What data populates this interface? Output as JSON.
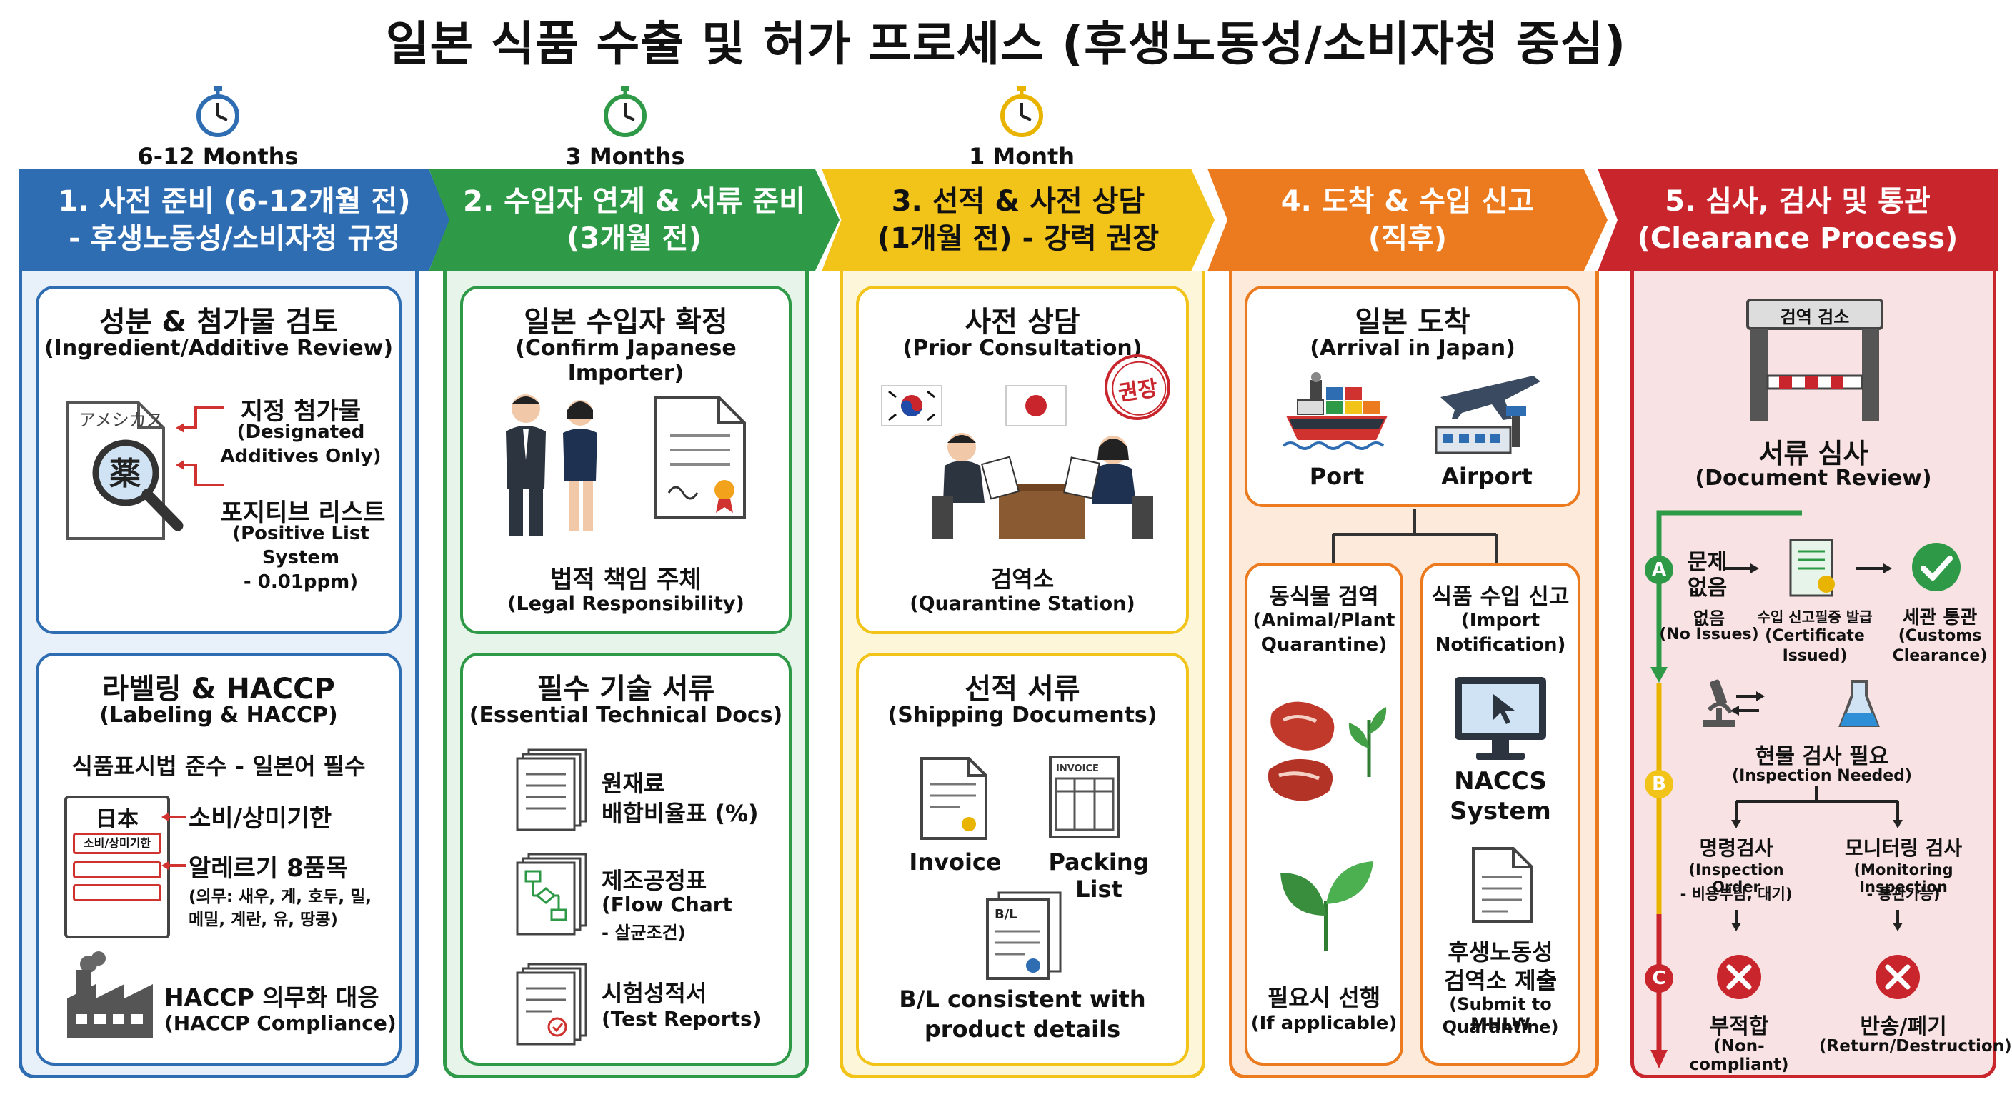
{
  "title": "일본 식품 수출 및 허가 프로세스 (후생노동성/소비자청 중심)",
  "timeline": [
    {
      "label": "6-12 Months",
      "color": "#2f6db3"
    },
    {
      "label": "3 Months",
      "color": "#2e9a48"
    },
    {
      "label": "1 Month",
      "color": "#e8b400"
    }
  ],
  "stages": [
    {
      "line1": "1. 사전 준비 (6-12개월 전)",
      "line2": "- 후생노동성/소비자청 규정",
      "color": "#2f6db3",
      "bg": "#e8f0fa"
    },
    {
      "line1": "2. 수입자 연계 & 서류 준비",
      "line2": "(3개월 전)",
      "color": "#2e9a48",
      "bg": "#e7f4ea"
    },
    {
      "line1": "3. 선적 & 사전 상담",
      "line2": "(1개월 전) - 강력 권장",
      "color": "#f2c318",
      "bg": "#fdf6d8"
    },
    {
      "line1": "4. 도착 & 수입 신고",
      "line2": "(직후)",
      "color": "#ec7a1e",
      "bg": "#fdeadb"
    },
    {
      "line1": "5. 심사, 검사 및 통관",
      "line2": "(Clearance Process)",
      "color": "#c9252c",
      "bg": "#f9e2e3"
    }
  ],
  "s1": {
    "box1": {
      "title": "성분 & 첨가물 검토",
      "sub": "(Ingredient/Additive Review)",
      "doc_chars": "アメシカス",
      "doc_icon_char": "薬",
      "a_title": "지정 첨가물",
      "a_l1": "(Designated",
      "a_l2": "Additives Only)",
      "b_title": "포지티브 리스트",
      "b_l1": "(Positive List",
      "b_l2": "System",
      "b_l3": "- 0.01ppm)"
    },
    "box2": {
      "title": "라벨링 & HACCP",
      "sub": "(Labeling & HACCP)",
      "rule": "식품표시법 준수 - 일본어 필수",
      "label_head": "日本",
      "label_tag": "소비/상미기한",
      "c_title": "소비/상미기한",
      "d_title": "알레르기 8품목",
      "d_l1": "(의무: 새우, 게, 호두, 밀,",
      "d_l2": "메밀, 계란, 유, 땅콩)",
      "e_title": "HACCP 의무화 대응",
      "e_sub": "(HACCP Compliance)"
    }
  },
  "s2": {
    "box1": {
      "title": "일본 수입자 확정",
      "sub": "(Confirm Japanese Importer)",
      "resp": "법적 책임 주체",
      "resp_sub": "(Legal Responsibility)"
    },
    "box2": {
      "title": "필수 기술 서류",
      "sub": "(Essential Technical Docs)",
      "d1_l1": "원재료",
      "d1_l2": "배합비율표 (%)",
      "d2_l1": "제조공정표",
      "d2_l2": "(Flow Chart",
      "d2_l3": "- 살균조건)",
      "d3_l1": "시험성적서",
      "d3_l2": "(Test Reports)"
    }
  },
  "s3": {
    "box1": {
      "title": "사전 상담",
      "sub": "(Prior Consultation)",
      "stamp": "권장",
      "place": "검역소",
      "place_sub": "(Quarantine Station)"
    },
    "box2": {
      "title": "선적 서류",
      "sub": "(Shipping Documents)",
      "invoice": "Invoice",
      "invoice_tag": "INVOICE",
      "packing": "Packing List",
      "bl_tag": "B/L",
      "bl_l1": "B/L consistent with",
      "bl_l2": "product details"
    }
  },
  "s4": {
    "box1": {
      "title": "일본 도착",
      "sub": "(Arrival in Japan)",
      "port": "Port",
      "airport": "Airport"
    },
    "left": {
      "title": "동식물 검역",
      "l1": "(Animal/Plant",
      "l2": "Quarantine)",
      "foot": "필요시 선행",
      "foot_sub": "(If applicable)"
    },
    "right": {
      "title": "식품 수입 신고",
      "l1": "(Import",
      "l2": "Notification)",
      "naccs1": "NACCS",
      "naccs2": "System",
      "m1": "후생노동성",
      "m2": "검역소 제출",
      "m3": "(Submit to MHLW",
      "m4": "Quarantine)"
    }
  },
  "s5": {
    "gate": "검역 검소",
    "review": "서류 심사",
    "review_sub": "(Document Review)",
    "a": {
      "badge": "A",
      "t1": "문제",
      "t2": "없음",
      "n1": "없음",
      "n2": "(No Issues)",
      "cert1": "수입 신고필증 발급",
      "cert2": "(Certificate",
      "cert3": "Issued)",
      "cus1": "세관 통관",
      "cus2": "(Customs",
      "cus3": "Clearance)"
    },
    "b": {
      "badge": "B",
      "need": "현물 검사 필요",
      "need_sub": "(Inspection Needed)",
      "o1": "명령검사",
      "o2": "(Inspection Order",
      "o3": "- 비용부담, 대기)",
      "m1": "모니터링 검사",
      "m2": "(Monitoring Inspection",
      "m3": "- 통관가능)"
    },
    "c": {
      "badge": "C",
      "f1": "부적합",
      "f2": "(Non-compliant)",
      "r1": "반송/폐기",
      "r2": "(Return/Destruction)"
    }
  }
}
